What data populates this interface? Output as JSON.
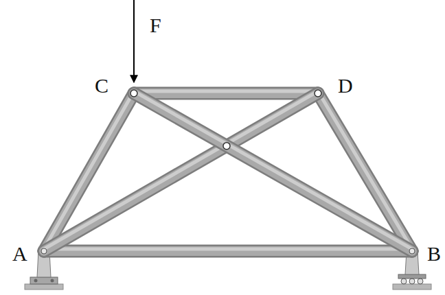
{
  "diagram": {
    "labels": [
      "F",
      "C",
      "D",
      "A",
      "B"
    ]
  }
}
